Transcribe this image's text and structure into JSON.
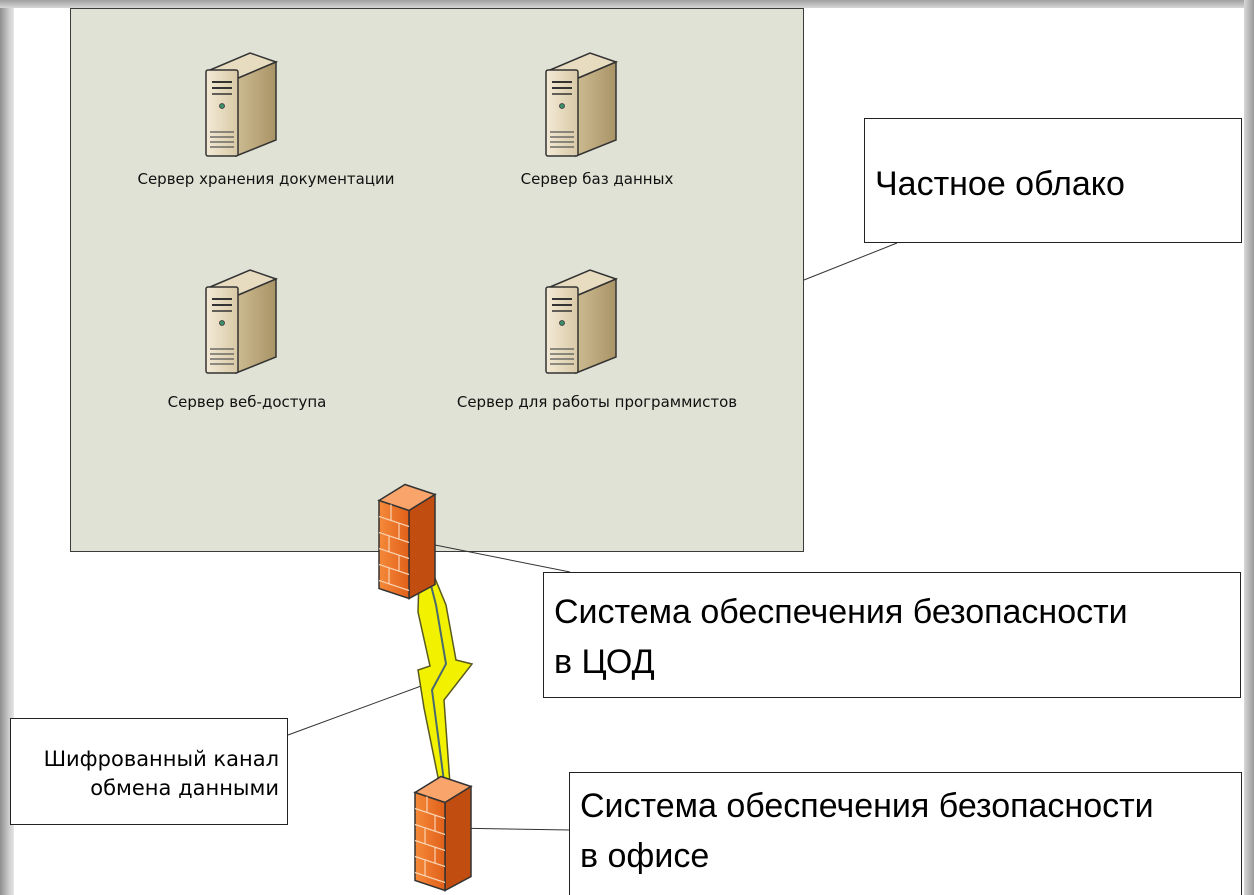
{
  "servers": {
    "docs": {
      "label": "Сервер хранения документации"
    },
    "db": {
      "label": "Сервер баз данных"
    },
    "web": {
      "label": "Сервер веб-доступа"
    },
    "dev": {
      "label": "Сервер для работы программистов"
    }
  },
  "callouts": {
    "private_cloud": "Частное облако",
    "dc_security_line1": "Система обеспечения безопасности",
    "dc_security_line2": "в ЦОД",
    "office_security_line1": "Система обеспечения безопасности",
    "office_security_line2": "в офисе",
    "channel_line1": "Шифрованный канал",
    "channel_line2": "обмена данными"
  },
  "colors": {
    "cloud_fill": "#dfe2d4",
    "firewall": "#f07a2a",
    "lightning": "#f2f200",
    "server_body": "#e8dcc4"
  }
}
